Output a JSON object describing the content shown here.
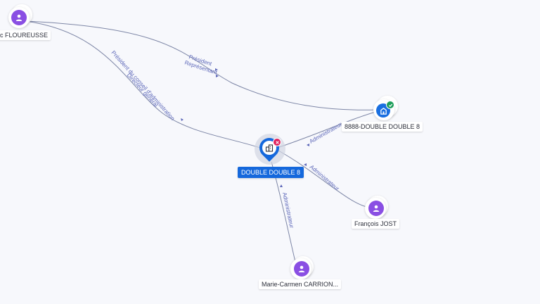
{
  "nodes": {
    "person1": {
      "label": "c FLOUREUSSE",
      "icon": "person-icon"
    },
    "company_main": {
      "label": "DOUBLE DOUBLE 8",
      "icon": "building-icon",
      "status": "closed-badge",
      "status_color": "#e0245e"
    },
    "company_parent": {
      "label": "8888-DOUBLE DOUBLE 8",
      "icon": "building-icon",
      "status": "verified-badge",
      "status_color": "#1e9e5a"
    },
    "person2": {
      "label": "François JOST",
      "icon": "person-icon"
    },
    "person3": {
      "label": "Marie-Carmen CARRION...",
      "icon": "person-icon"
    }
  },
  "edges": {
    "p1_to_parent": {
      "label_line1": "Président",
      "label_line2": "Représentant"
    },
    "p1_to_main": {
      "label_line1": "Président du conseil d'administration",
      "label_line2": "Directeur général"
    },
    "parent_to_main": {
      "label": "Administrateur"
    },
    "p2_to_main": {
      "label": "Administrateur"
    },
    "p3_to_main": {
      "label": "Administrateur"
    }
  },
  "colors": {
    "person": "#8a4fe3",
    "company": "#1a6fe0",
    "edge": "#7d86a6",
    "edge_label": "#5b66b8",
    "background": "#f7f8fc"
  }
}
